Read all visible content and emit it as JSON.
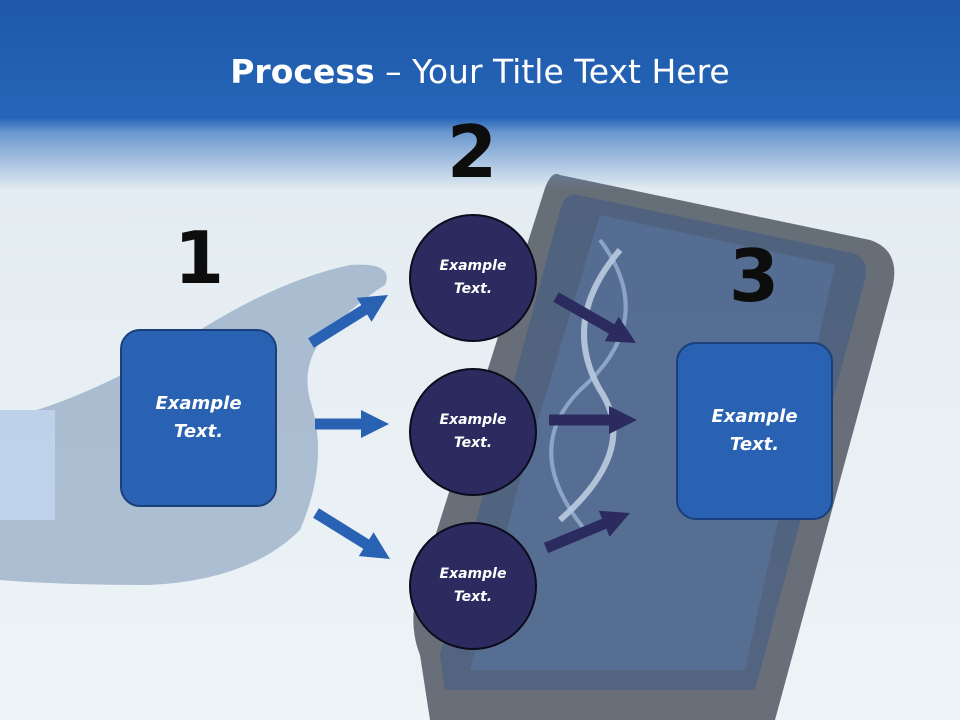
{
  "title": {
    "bold": "Process",
    "rest": " – Your Title Text Here"
  },
  "steps": {
    "one": "1",
    "two": "2",
    "three": "3"
  },
  "boxes": {
    "left": "Example\nText.",
    "right": "Example\nText."
  },
  "circles": {
    "top": "Example\nText.",
    "middle": "Example\nText.",
    "bottom": "Example\nText."
  },
  "colors": {
    "header": "#2565b8",
    "box": "#2a62b3",
    "circle": "#2b2b5f",
    "arrow_left": "#2a62b3",
    "arrow_right": "#2b2b5f"
  }
}
